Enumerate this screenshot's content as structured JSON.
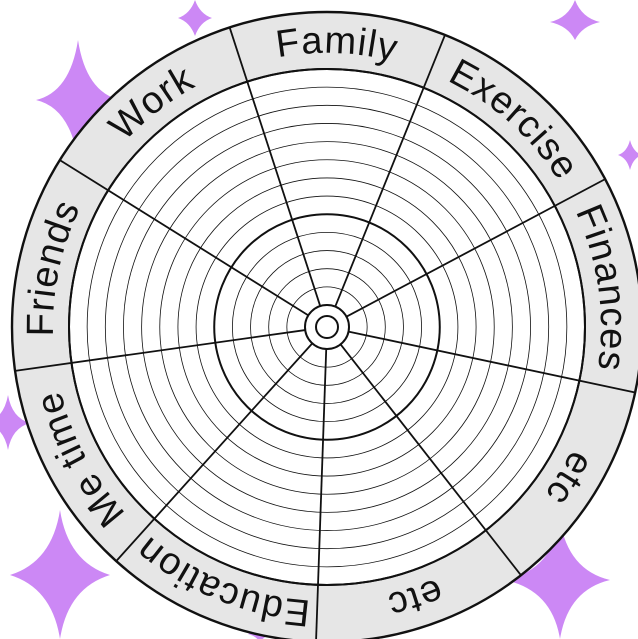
{
  "wheel": {
    "segments": [
      {
        "label": "Family"
      },
      {
        "label": "Exercise"
      },
      {
        "label": "Finances"
      },
      {
        "label": "etc"
      },
      {
        "label": "etc"
      },
      {
        "label": "Education"
      },
      {
        "label": "Me time"
      },
      {
        "label": "Friends"
      },
      {
        "label": "Work"
      }
    ],
    "rings": 13,
    "highlighted_rings": [
      5,
      13
    ]
  },
  "colors": {
    "background": "#ffffff",
    "label_band": "#e6e6e6",
    "lines": "#111111",
    "sparkles": "#cc88f5"
  }
}
